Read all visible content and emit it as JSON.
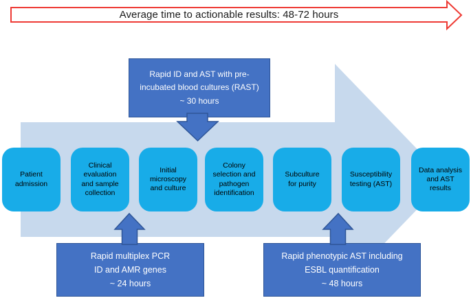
{
  "banner": {
    "label": "Average time to actionable results: 48-72 hours"
  },
  "flow": {
    "stages": [
      "Patient\nadmission",
      "Clinical\nevaluation\nand sample\ncollection",
      "Initial\nmicroscopy\nand culture",
      "Colony\nselection and\npathogen\nidentification",
      "Subculture\nfor purity",
      "Susceptibility\ntesting (AST)",
      "Data analysis\nand AST\nresults"
    ]
  },
  "callouts": {
    "top": "Rapid ID and AST with pre-\nincubated blood cultures (RAST)\n~ 30 hours",
    "bottom_left": "Rapid multiplex PCR\nID and AMR genes\n~ 24 hours",
    "bottom_right": "Rapid phenotypic AST including\nESBL quantification\n~ 48 hours"
  },
  "colors": {
    "stage_fill": "#18ACE8",
    "callout_fill": "#4472C4",
    "callout_border": "#2E5597",
    "flow_arrow_fill": "#C7D9ED",
    "banner_outline": "#EE3A34",
    "banner_fill": "#FFFFFF",
    "text_dark": "#1A1A1A",
    "text_light": "#FFFFFF"
  }
}
